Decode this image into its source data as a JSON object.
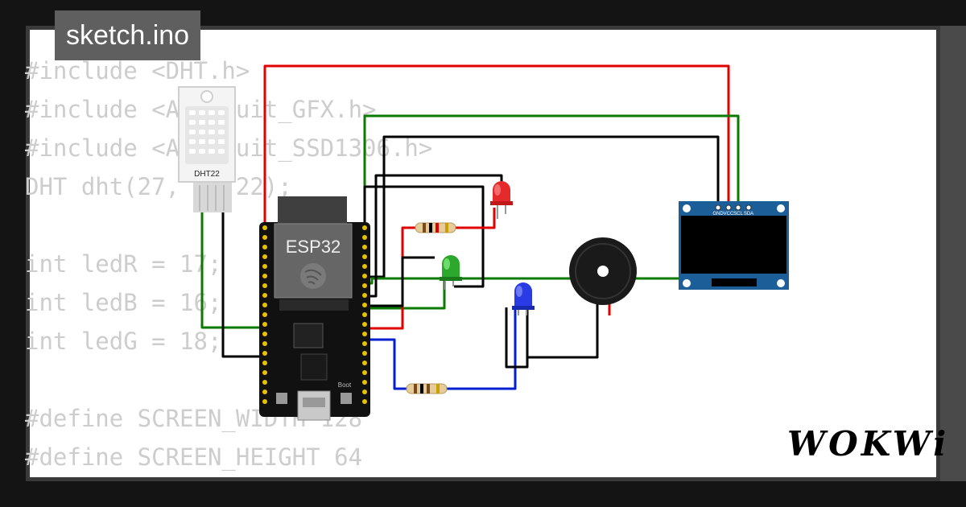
{
  "window": {
    "title": "sketch.ino"
  },
  "editor": {
    "code_lines": [
      "#include <DHT.h>",
      "#include <Adafruit_GFX.h>",
      "#include <Adafruit_SSD1306.h>",
      "DHT dht(27, DHT22);",
      "",
      "int ledR = 17;",
      "int ledB = 16;",
      "int ledG = 18;",
      "",
      "#define SCREEN_WIDTH 128",
      "#define SCREEN_HEIGHT 64"
    ]
  },
  "components": {
    "dht": {
      "label": "DHT22"
    },
    "esp32": {
      "label": "ESP32",
      "boot_label": "Boot"
    },
    "oled": {
      "pins": [
        "GND",
        "VCC",
        "SCL",
        "SDA"
      ]
    }
  },
  "colors": {
    "wire_red": "#e00000",
    "wire_green": "#0a7a00",
    "wire_black": "#000000",
    "wire_blue": "#0020d0",
    "oled_board": "#1c5f98"
  },
  "brand": {
    "logo": "WOKWi"
  }
}
